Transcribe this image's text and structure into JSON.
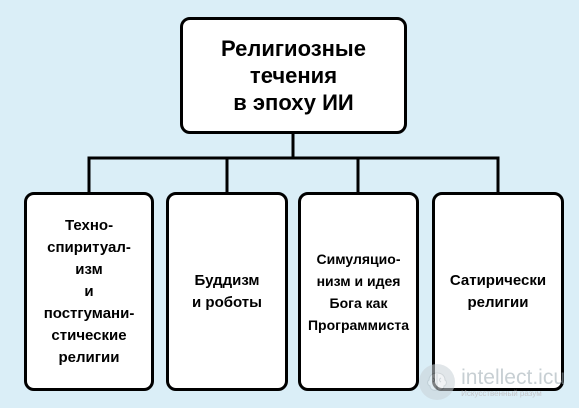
{
  "root": {
    "label": "Религиозные\nтечения\nв эпоху ИИ"
  },
  "children": [
    {
      "label": "Техно-\nспиритуал-\nизм\nи\nпостгумани-\nстические\nрелигии"
    },
    {
      "label": "Буддизм\nи роботы"
    },
    {
      "label": "Симуляцио-\nнизм и идея\nБога как\nПрограммиста"
    },
    {
      "label": "Сатирически\nрелигии"
    }
  ],
  "watermark": {
    "brand": "intellect.icu",
    "sub": "Искусственный разум",
    "icon": "brain-logo-icon"
  },
  "colors": {
    "background": "#daeef7",
    "box_fill": "#ffffff",
    "stroke": "#000000"
  }
}
